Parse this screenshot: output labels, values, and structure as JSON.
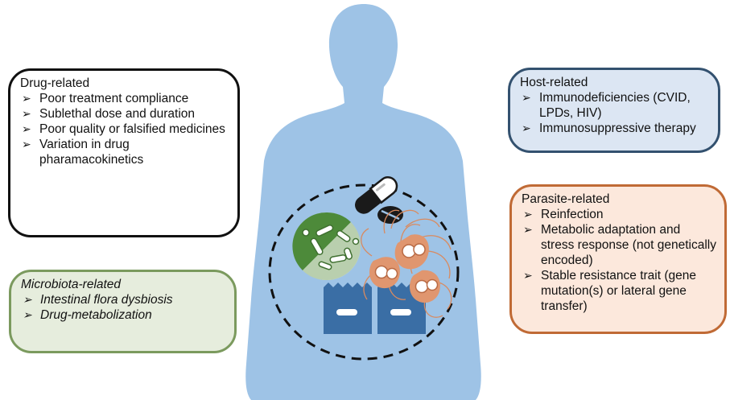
{
  "colors": {
    "silhouette": "#9ec3e6",
    "capsule": "#222222",
    "microbiota": "#4d8a3a",
    "parasite": "#e0966f",
    "epithelium": "#3a6ea5",
    "host_border": "#33516f",
    "parasite_border": "#c06a35",
    "microbiota_border": "#7b9a5e",
    "drug_border": "#111111"
  },
  "icons": {
    "body": "human-silhouette",
    "drug": "capsule-pill",
    "microbes": "bacteria-cluster",
    "parasite": "flagellate-parasite",
    "gut": "intestinal-epithelium"
  },
  "boxes": {
    "drug": {
      "title": "Drug-related",
      "items": [
        "Poor treatment compliance",
        "Sublethal dose and duration",
        "Poor quality or falsified medicines",
        "Variation in drug pharamacokinetics"
      ]
    },
    "host": {
      "title": "Host-related",
      "items": [
        "Immunodeficiencies (CVID, LPDs, HIV)",
        "Immunosuppressive therapy"
      ]
    },
    "parasite": {
      "title": "Parasite-related",
      "items": [
        "Reinfection",
        "Metabolic adaptation and stress response (not genetically encoded)",
        "Stable resistance trait (gene mutation(s) or lateral gene transfer)"
      ]
    },
    "microbiota": {
      "title": "Microbiota-related",
      "items": [
        "Intestinal flora dysbiosis",
        "Drug-metabolization"
      ]
    }
  }
}
